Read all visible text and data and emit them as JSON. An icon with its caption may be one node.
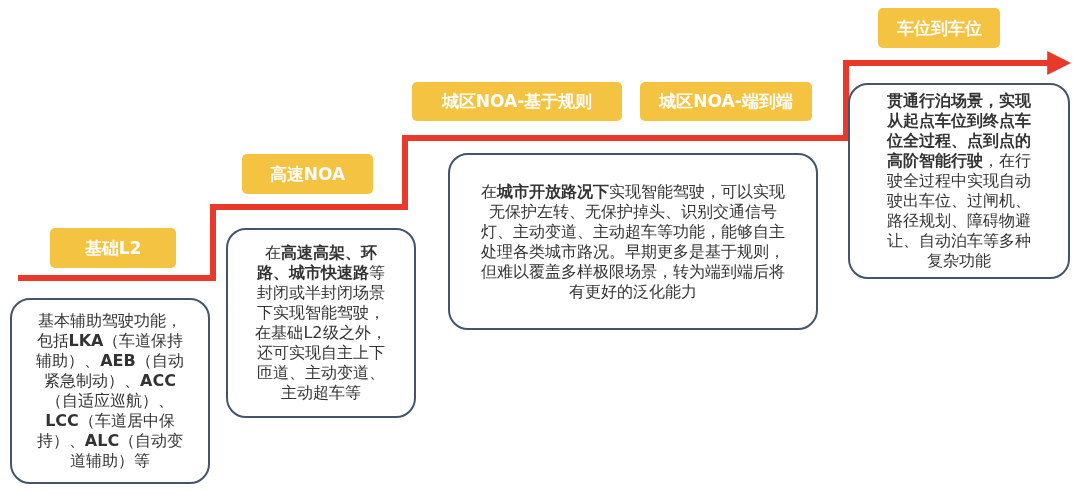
{
  "diagram": {
    "nodes": [
      {
        "text": [
          "基础L2"
        ]
      },
      {
        "text": [
          "基本辅助驾驶功能，包括**LKA**（车道保持辅助）、**AEB**（自动紧急制动）、**ACC**（自适应巡航）、**LCC**（车道居中保持）、**ALC**（自动变道辅助）等"
        ]
      },
      {
        "text": [
          "高速NOA"
        ]
      },
      {
        "text": [
          "在**高速高架、环路、城市快速路**等封闭或半封闭场景下实现智能驾驶，在基础L2级之外，还可实现自主上下匝道、主动变道、主动超车等"
        ]
      },
      {
        "text": [
          "城区NOA-基于规则"
        ]
      },
      {
        "text": [
          "城区NOA-端到端"
        ]
      },
      {
        "text": [
          "在**城市开放路况下**实现智能驾驶，可以实现无保护左转、无保护掉头、识别交通信号灯、主动变道、主动超车等功能，能够自主处理各类城市路况。早期更多是基于规则，但难以覆盖多样极限场景，转为端到端后将有更好的泛化能力"
        ]
      },
      {
        "text": [
          "车位到车位"
        ]
      },
      {
        "text": [
          "**贯通行泊场景，实现从起点车位到终点车位全过程、点到点的高阶智能行驶**，在行驶全过程中实现自动驶出车位、过闸机、路径规划、障碍物避让、自动泊车等多种复杂功能"
        ]
      }
    ]
  }
}
